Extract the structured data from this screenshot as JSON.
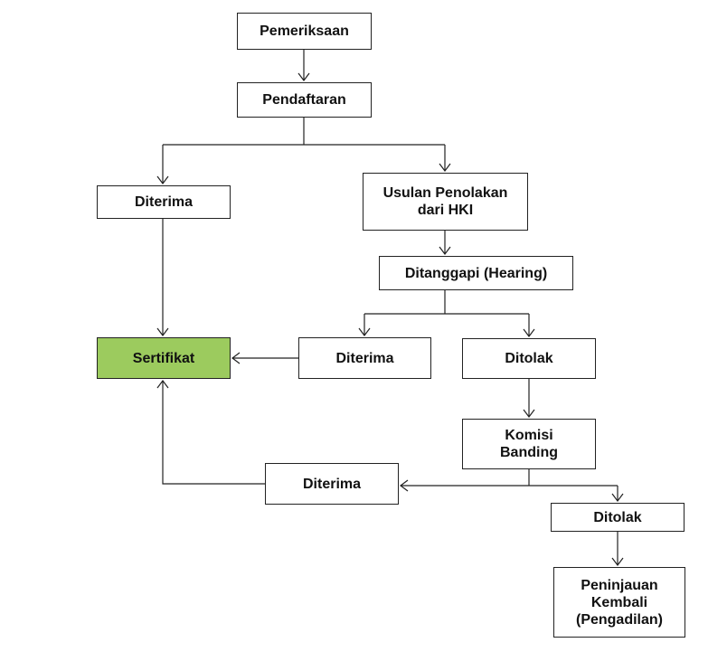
{
  "diagram": {
    "nodes": {
      "pemeriksaan": "Pemeriksaan",
      "pendaftaran": "Pendaftaran",
      "diterima_1": "Diterima",
      "usulan_penolakan": "Usulan Penolakan\ndari HKI",
      "ditanggapi": "Ditanggapi (Hearing)",
      "sertifikat": "Sertifikat",
      "diterima_2": "Diterima",
      "ditolak_1": "Ditolak",
      "komisi_banding": "Komisi\nBanding",
      "diterima_3": "Diterima",
      "ditolak_2": "Ditolak",
      "peninjauan_kembali": "Peninjauan\nKembali\n(Pengadilan)"
    },
    "colors": {
      "highlight": "#9ccb5e",
      "line": "#222222"
    }
  }
}
